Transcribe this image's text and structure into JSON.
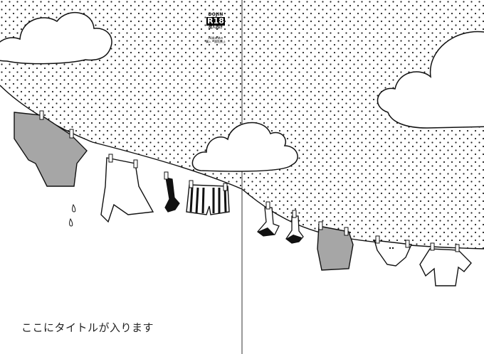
{
  "cover": {
    "title_placeholder": "ここにタイトルが入ります",
    "badge": {
      "top": "DOJIN",
      "rating": "R18",
      "label": "成人向け",
      "note_line1": "18歳未満の",
      "note_line2": "購入・閲覧禁止"
    }
  },
  "colors": {
    "ink": "#111111",
    "sky_dots": "#222222",
    "cloth_gray": "#a6a6a6",
    "background": "#ffffff"
  },
  "icons": [
    "cloud",
    "t-shirt",
    "shirt",
    "sock",
    "boxer-shorts",
    "tank-top",
    "underwear",
    "clothespin",
    "water-drop"
  ]
}
